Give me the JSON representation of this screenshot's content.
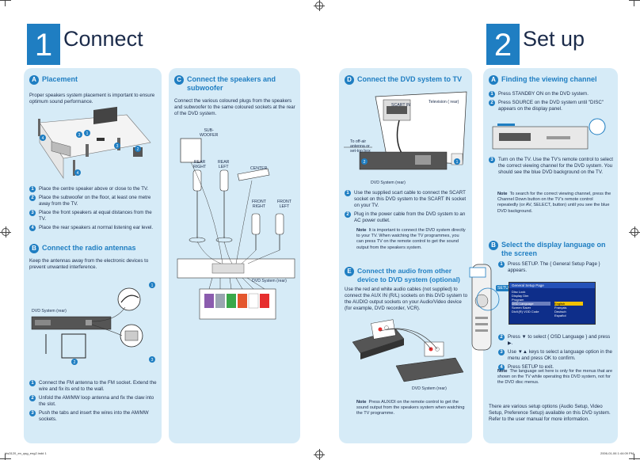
{
  "page1": {
    "number": "1",
    "title": "Connect",
    "placement": {
      "badge": "A",
      "title": "Placement",
      "intro": "Proper speakers system placement is important to ensure optimum sound performance.",
      "steps": [
        {
          "n": "1",
          "text": "Place the centre speaker above or close to the TV."
        },
        {
          "n": "2",
          "text": "Place the subwoofer on the floor, at least one metre away from the TV."
        },
        {
          "n": "3",
          "text": "Place the front speakers at equal distances from the TV."
        },
        {
          "n": "4",
          "text": "Place the rear speakers at normal listening ear level."
        }
      ]
    },
    "antennas": {
      "badge": "B",
      "title": "Connect the radio antennas",
      "intro": "Keep the antennas away from the electronic devices to prevent unwanted interference.",
      "device_label": "DVD System (rear)",
      "steps": [
        {
          "n": "1",
          "text": "Connect the FM antenna to the FM socket.  Extend the wire and fix its end to the wall."
        },
        {
          "n": "2",
          "text": "Unfold the AM/MW loop antenna and fix the claw into the slot."
        },
        {
          "n": "3",
          "text": "Push the tabs and insert the wires into the AM/MW sockets."
        }
      ]
    },
    "speakers": {
      "badge": "C",
      "title": "Connect the speakers and subwoofer",
      "intro": "Connect the various coloured plugs from the speakers and subwoofer to the same coloured sockets at the rear of the DVD system.",
      "labels": {
        "subwoofer": "SUB-\nWOOFER",
        "rear_right": "REAR\nRIGHT",
        "rear_left": "REAR\nLEFT",
        "center": "CENTER",
        "front_right": "FRONT\nRIGHT",
        "front_left": "FRONT\nLEFT"
      },
      "device_label": "DVD System (rear)"
    }
  },
  "page2": {
    "connect_tv": {
      "badge": "D",
      "title": "Connect the DVD system to TV",
      "tv_label": "Television ( rear)",
      "scart_label": "SCART IN",
      "antenna_label": "To off-air antenna or set-top box",
      "device_label": "DVD System (rear)",
      "steps": [
        {
          "n": "1",
          "text": "Use the supplied scart cable to connect the SCART socket on this DVD system to the SCART IN socket on your TV."
        },
        {
          "n": "2",
          "text": "Plug in the power cable from the DVD system to an AC power outlet."
        }
      ],
      "note_label": "Note",
      "note_text": "It is important to connect the DVD system directly to your TV.  When watching the TV programmes, you can press TV on the remote control to get the sound output from the speakers system."
    },
    "connect_audio": {
      "badge": "E",
      "title": "Connect the audio from other device to DVD system (optional)",
      "intro": "Use the red and white audio cables (not supplied) to connect the AUX IN (R/L) sockets on this DVD system to the AUDIO output sockets on your Audio/Video device (for example, DVD recorder, VCR).",
      "device_label": "DVD System (rear)",
      "note_label": "Note",
      "note_text": "Press AUX/DI on the remote control to get the sound output from the speakers system when watching the TV programme."
    }
  },
  "page3": {
    "number": "2",
    "title": "Set up",
    "viewing": {
      "badge": "A",
      "title": "Finding the viewing channel",
      "steps": [
        {
          "n": "1",
          "text": "Press STANDBY ON on the DVD system."
        },
        {
          "n": "2",
          "text": "Press SOURCE on the DVD system until \"DISC\" appears on the display panel."
        },
        {
          "n": "3",
          "text": "Turn on the TV.  Use the TV's remote control to select the correct viewing channel for the DVD system. You should see the blue DVD background on the TV."
        }
      ],
      "note_label": "Note",
      "note_text": "To search for the correct viewing channel, press the Channel Down button on the TV's remote control repeatedly (or AV, SELECT, button) until you see the blue DVD background."
    },
    "language": {
      "badge": "B",
      "title": "Select the display language on the screen",
      "steps": [
        {
          "n": "1",
          "text": "Press SETUP. The { General Setup Page } appears."
        },
        {
          "n": "2",
          "text": "Press ▼ to select { OSD Language } and press ▶."
        },
        {
          "n": "3",
          "text": "Use ▼▲ keys to select a language option in the menu and press OK to confirm."
        },
        {
          "n": "4",
          "text": "Press SETUP to exit."
        }
      ],
      "menu": {
        "title": "General Setup Page",
        "items": [
          "Disc Lock",
          "Display Dim",
          "Program",
          "OSD Language",
          "Screen Saver",
          "DivX(R) VOD Code"
        ],
        "options": [
          "English",
          "Français",
          "Deutsch",
          "Español"
        ]
      },
      "setup_label": "SETUP",
      "note_label": "Note",
      "note_text": "The language set here is only for the menus that are shown on the TV while operating this DVD system, not for the DVD disc menus.",
      "outro": "There are various setup options (Audio Setup, Video Setup, Preference Setup) available on this DVD system. Refer to the user manual for more information."
    }
  },
  "footer": {
    "left": "hts3120_en_qsg_eng2.indd   1",
    "right": "2006-01-06   1:44:09 PM"
  },
  "colors": {
    "accent": "#1f7ec2",
    "panel": "#d6ebf7",
    "text": "#1b2b4a"
  }
}
